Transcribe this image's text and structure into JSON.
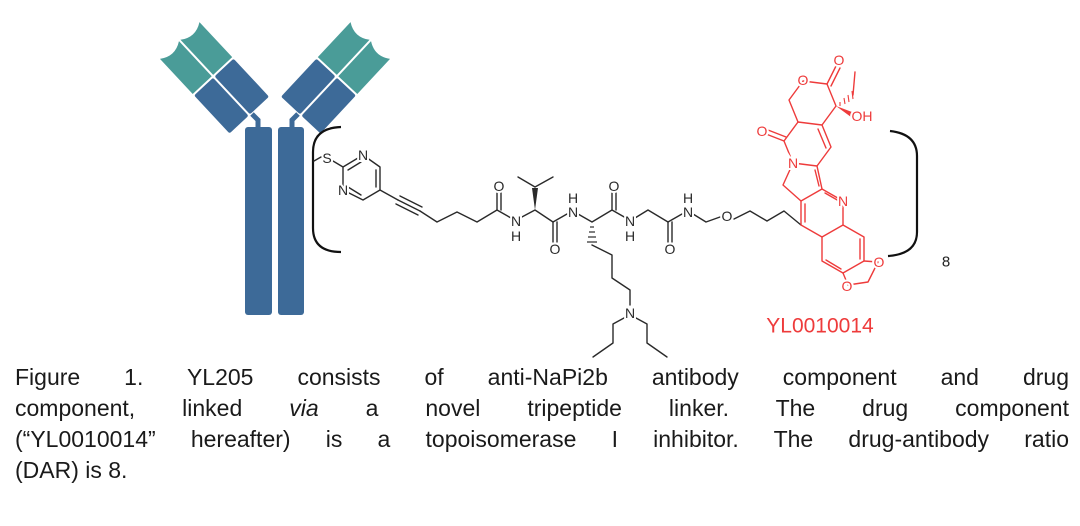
{
  "figure": {
    "atoms": {
      "S": "S",
      "N": "N",
      "H": "H",
      "O": "O",
      "OH": "OH"
    },
    "repeat_count": "8",
    "drug_label": "YL0010014",
    "colors": {
      "antibody_heavy": "#3d6a98",
      "antibody_light": "#4a9c98",
      "drug": "#ee3b3b",
      "linker": "#2a2a2a"
    }
  },
  "caption": {
    "line1": "Figure 1. YL205 consists of anti-NaPi2b antibody component and drug",
    "line2_a": "component, linked ",
    "line2_italic": "via",
    "line2_b": " a novel tripeptide linker. The drug component",
    "line3": "(“YL0010014” hereafter) is a topoisomerase I inhibitor. The drug-antibody ratio",
    "line4": "(DAR) is 8."
  }
}
